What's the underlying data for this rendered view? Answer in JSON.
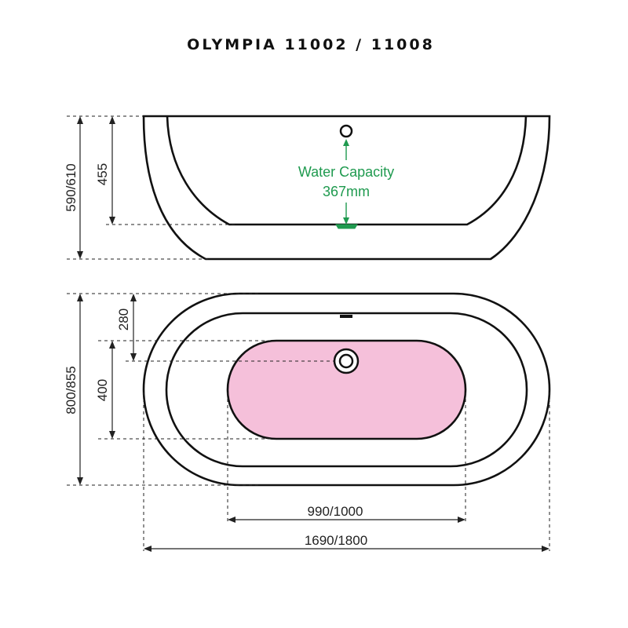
{
  "title": "OLYMPIA 11002 / 11008",
  "side_view": {
    "height_total": "590/610",
    "height_inner": "455",
    "water_capacity_line1": "Water Capacity",
    "water_capacity_line2": "367mm"
  },
  "top_view": {
    "width_total": "800/855",
    "offset_to_basin": "280",
    "basin_width": "400",
    "basin_length": "990/1000",
    "length_total": "1690/1800"
  },
  "colors": {
    "outline": "#111111",
    "water_capacity": "#1f9a4f",
    "basin_fill": "#f5c0da",
    "dimension": "#222222"
  }
}
